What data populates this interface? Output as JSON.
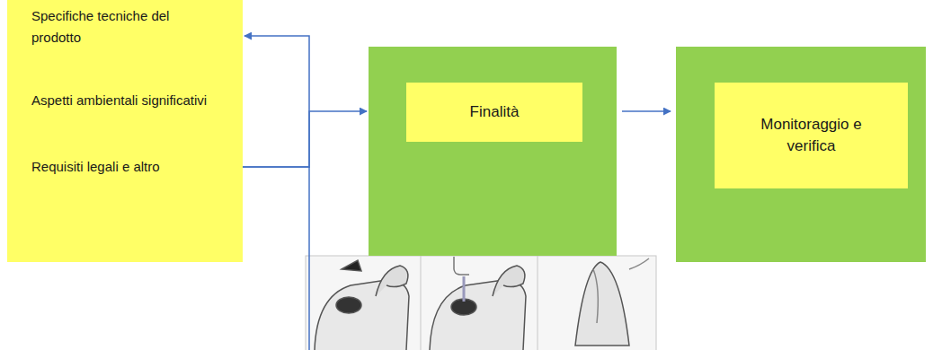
{
  "diagram": {
    "nodes": [
      {
        "text": [
          "Specifiche tecniche del prodotto"
        ]
      },
      {
        "text": [
          "Aspetti ambientali significativi"
        ]
      },
      {
        "text": [
          "Requisiti legali e altro"
        ]
      },
      {
        "text": [
          "Finalità"
        ]
      },
      {
        "text": [
          "Monitoraggio e verifica"
        ]
      }
    ],
    "edges": [
      {
        "from": 2,
        "to": 0,
        "arrow": "to"
      },
      {
        "from": 2,
        "to": 3,
        "arrow": "to"
      },
      {
        "from": 3,
        "to": 4,
        "arrow": "to"
      }
    ]
  }
}
